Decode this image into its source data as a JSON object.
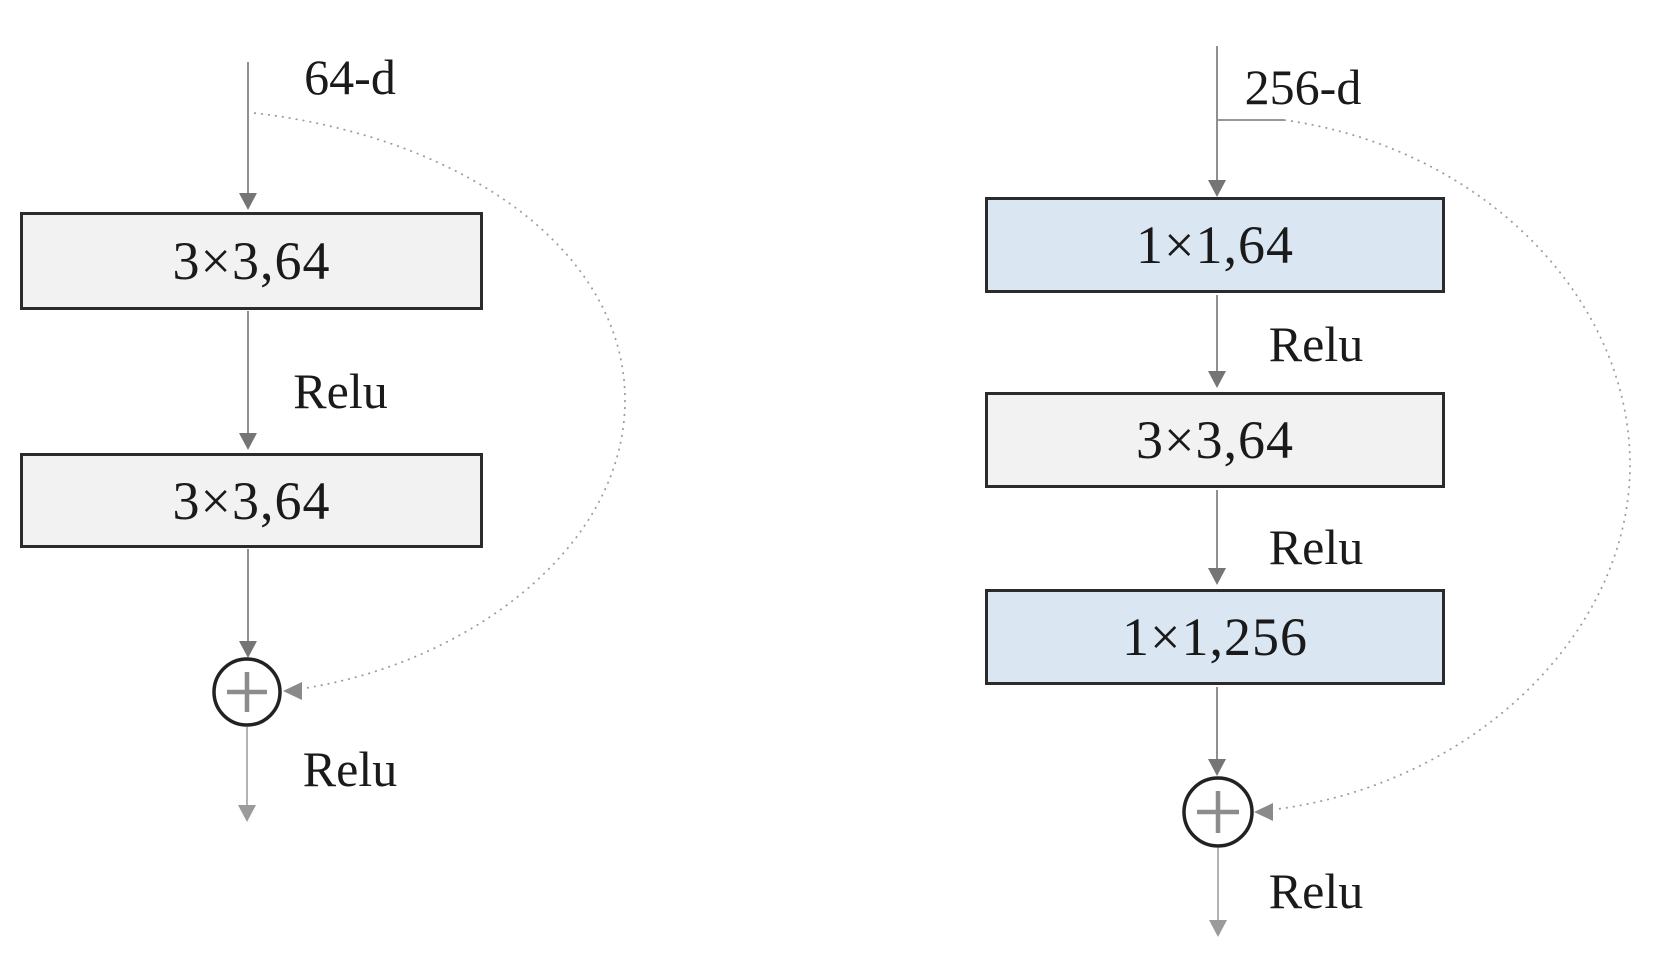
{
  "figure": {
    "left_block": {
      "input_label": "64-d",
      "layers": [
        {
          "label": "3×3,64",
          "fill": "gray"
        },
        {
          "label": "3×3,64",
          "fill": "gray"
        }
      ],
      "relu_between": "Relu",
      "relu_output": "Relu"
    },
    "right_block": {
      "input_label": "256-d",
      "layers": [
        {
          "label": "1×1,64",
          "fill": "blue"
        },
        {
          "label": "3×3,64",
          "fill": "gray"
        },
        {
          "label": "1×1,256",
          "fill": "blue"
        }
      ],
      "relu_between": [
        "Relu",
        "Relu"
      ],
      "relu_output": "Relu"
    },
    "colors": {
      "layer_fill_gray": "#f2f2f2",
      "layer_fill_blue": "#dbe6f3",
      "layer_border": "#2b2b2b",
      "arrow_gray": "#8f8f8f",
      "skip_dash_gray": "#9b9b9b",
      "text_black": "#1a1a1a",
      "background": "#ffffff"
    }
  }
}
